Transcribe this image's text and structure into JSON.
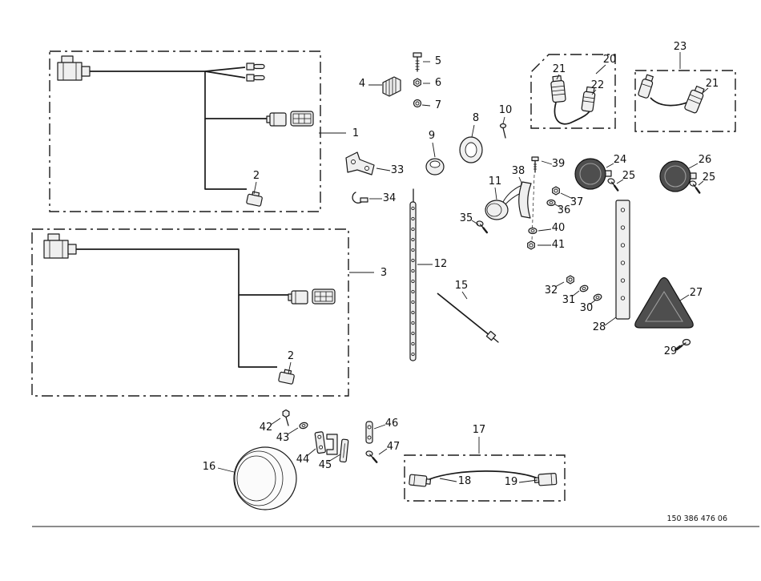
{
  "figure": {
    "footer_doc_number": "150 386 476 06"
  },
  "colors": {
    "ink": "#1a1a1a",
    "reflector_fill": "#4e4e4e",
    "part_fill": "#efefef"
  },
  "callouts": {
    "c1": "1",
    "c2": "2",
    "c3": "3",
    "c4": "4",
    "c5": "5",
    "c6": "6",
    "c7": "7",
    "c8": "8",
    "c9": "9",
    "c10": "10",
    "c11": "11",
    "c12": "12",
    "c15": "15",
    "c16": "16",
    "c17": "17",
    "c18": "18",
    "c19": "19",
    "c20": "20",
    "c21": "21",
    "c22": "22",
    "c23": "23",
    "c24": "24",
    "c25": "25",
    "c26": "26",
    "c27": "27",
    "c28": "28",
    "c29": "29",
    "c30": "30",
    "c31": "31",
    "c32": "32",
    "c33": "33",
    "c34": "34",
    "c35": "35",
    "c36": "36",
    "c37": "37",
    "c38": "38",
    "c39": "39",
    "c40": "40",
    "c41": "41",
    "c42": "42",
    "c43": "43",
    "c44": "44",
    "c45": "45",
    "c46": "46",
    "c47": "47"
  }
}
